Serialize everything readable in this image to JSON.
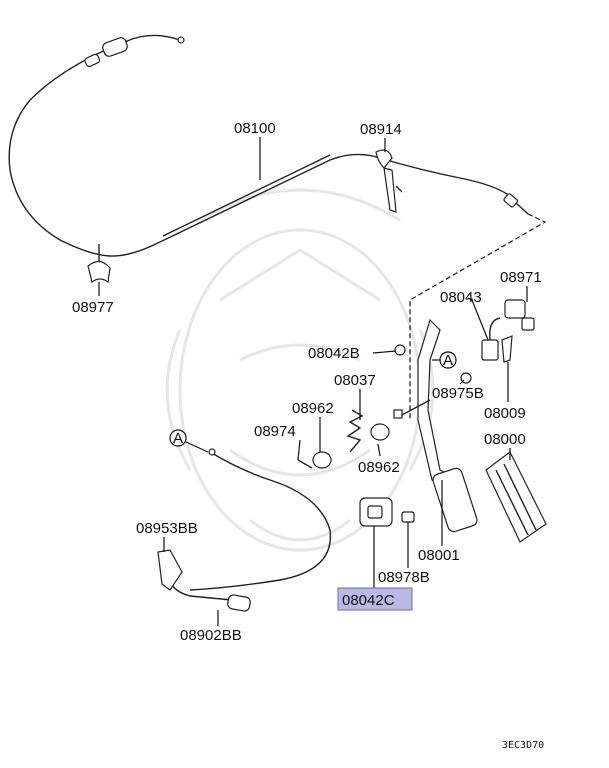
{
  "diagram": {
    "labels": {
      "p08100": "08100",
      "p08914": "08914",
      "p08977": "08977",
      "p08971": "08971",
      "p08043": "08043",
      "p08042B": "08042B",
      "p08037": "08037",
      "p08975B": "08975B",
      "p08962a": "08962",
      "p08974": "08974",
      "p08962b": "08962",
      "p08009": "08009",
      "p08000": "08000",
      "p08953BB": "08953BB",
      "p08001": "08001",
      "p08978B": "08978B",
      "p08042C": "08042C",
      "p08902BB": "08902BB"
    },
    "connector_marks": {
      "mark_a1": "A",
      "mark_a2": "A"
    },
    "highlighted_part": "08042C",
    "drawing_code": "3EC3D70",
    "highlight_color": "#b7b9e6"
  }
}
